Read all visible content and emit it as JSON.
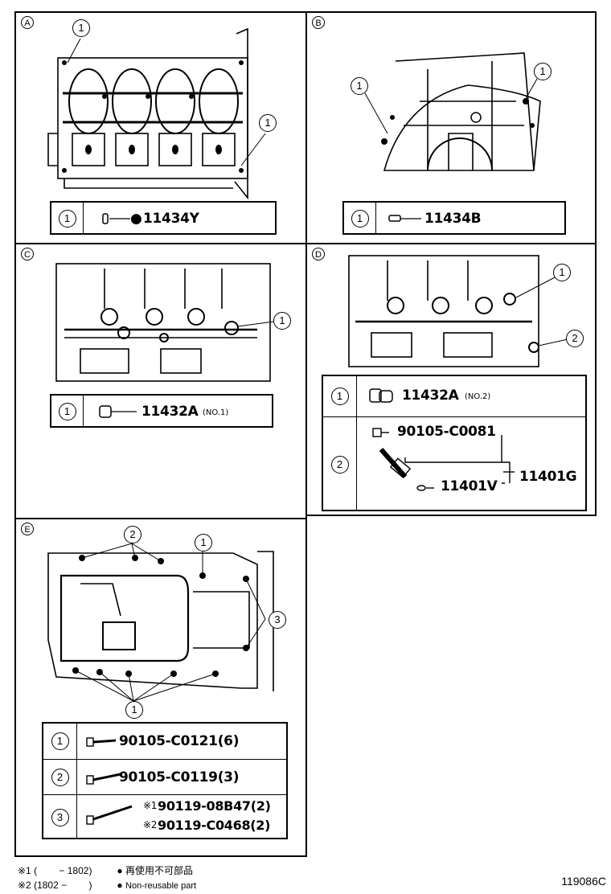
{
  "panels": {
    "A": {
      "letter": "A",
      "callout": "1",
      "rows": [
        {
          "num": "1",
          "mark": "●",
          "part": "11434Y"
        }
      ]
    },
    "B": {
      "letter": "B",
      "callout": "1",
      "rows": [
        {
          "num": "1",
          "part": "11434B"
        }
      ]
    },
    "C": {
      "letter": "C",
      "callout": "1",
      "rows": [
        {
          "num": "1",
          "part": "11432A",
          "note": "(NO.1)"
        }
      ]
    },
    "D": {
      "letter": "D",
      "callouts": [
        "1",
        "2"
      ],
      "rows": [
        {
          "num": "1",
          "part": "11432A",
          "note": "(NO.2)"
        },
        {
          "num": "2",
          "part_top": "90105-C0081",
          "part_sub": "11401V",
          "part_group": "11401G"
        }
      ]
    },
    "E": {
      "letter": "E",
      "callouts": [
        "1",
        "2",
        "3"
      ],
      "rows": [
        {
          "num": "1",
          "part": "90105-C0121(6)"
        },
        {
          "num": "2",
          "part": "90105-C0119(3)"
        },
        {
          "num": "3",
          "mark1": "※1",
          "part1": "90119-08B47(2)",
          "mark2": "※2",
          "part2": "90119-C0468(2)"
        }
      ]
    }
  },
  "footnotes": {
    "note1_mark": "※1",
    "note1_range": "(　　 − 1802)",
    "note1_symbol": "●",
    "note1_text": "再使用不可部品",
    "note2_mark": "※2",
    "note2_range": "(1802 −　　 )",
    "note2_symbol": "●",
    "note2_text": "Non-reusable part"
  },
  "figure_id": "119086C"
}
